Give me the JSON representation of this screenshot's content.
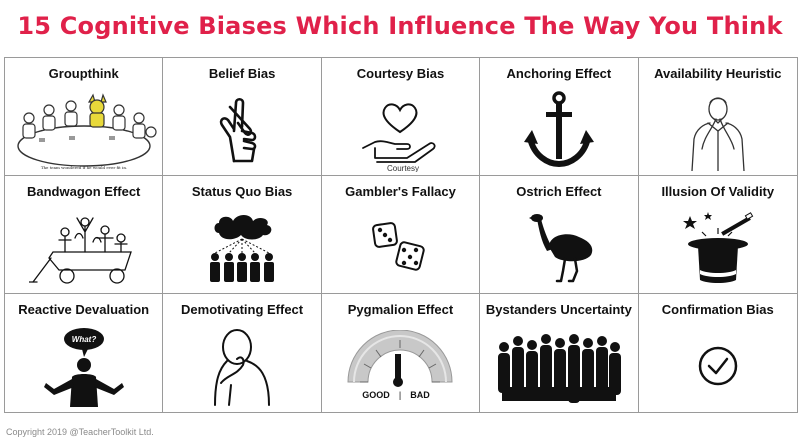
{
  "title": "15 Cognitive Biases Which Influence The Way You Think",
  "biases": [
    {
      "name": "Groupthink",
      "icon": "meeting-table-icon",
      "caption": "The team wondered if he would ever fit in."
    },
    {
      "name": "Belief Bias",
      "icon": "crossed-fingers-icon"
    },
    {
      "name": "Courtesy Bias",
      "icon": "heart-in-hand-icon",
      "caption": "Courtesy"
    },
    {
      "name": "Anchoring Effect",
      "icon": "anchor-icon"
    },
    {
      "name": "Availability Heuristic",
      "icon": "thinking-man-icon"
    },
    {
      "name": "Bandwagon Effect",
      "icon": "bandwagon-cart-icon"
    },
    {
      "name": "Status Quo Bias",
      "icon": "crowd-thought-icon"
    },
    {
      "name": "Gambler's Fallacy",
      "icon": "dice-icon"
    },
    {
      "name": "Ostrich Effect",
      "icon": "ostrich-icon"
    },
    {
      "name": "Illusion Of Validity",
      "icon": "magic-hat-icon"
    },
    {
      "name": "Reactive Devaluation",
      "icon": "shrugging-man-icon",
      "caption": "What?"
    },
    {
      "name": "Demotivating Effect",
      "icon": "head-in-hand-icon"
    },
    {
      "name": "Pygmalion Effect",
      "icon": "gauge-icon",
      "labels": [
        "GOOD",
        "BAD"
      ]
    },
    {
      "name": "Bystanders Uncertainty",
      "icon": "crowd-silhouette-icon"
    },
    {
      "name": "Confirmation Bias",
      "icon": "check-circle-icon"
    }
  ],
  "footer": "Copyright 2019 @TeacherToolkit Ltd.",
  "colors": {
    "title": "#e0214a",
    "grid_lines": "#9a9a9a",
    "text": "#111111",
    "footer": "#8a8a8a"
  }
}
